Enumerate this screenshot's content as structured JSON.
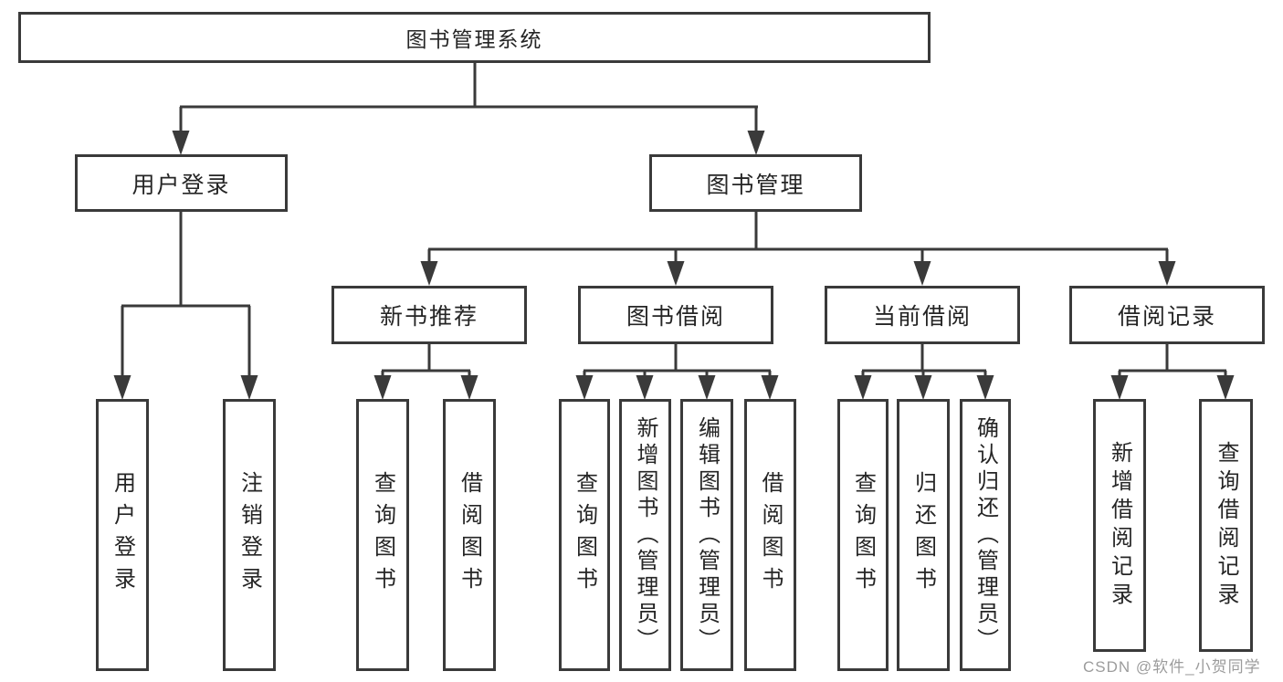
{
  "diagram": {
    "root": {
      "label": "图书管理系统",
      "children": [
        {
          "label": "用户登录",
          "children": [
            {
              "label": "用户登录"
            },
            {
              "label": "注销登录"
            }
          ]
        },
        {
          "label": "图书管理",
          "children": [
            {
              "label": "新书推荐",
              "children": [
                {
                  "label": "查询图书"
                },
                {
                  "label": "借阅图书"
                }
              ]
            },
            {
              "label": "图书借阅",
              "children": [
                {
                  "label": "查询图书"
                },
                {
                  "label": "新增图书（管理员）"
                },
                {
                  "label": "编辑图书（管理员）"
                },
                {
                  "label": "借阅图书"
                }
              ]
            },
            {
              "label": "当前借阅",
              "children": [
                {
                  "label": "查询图书"
                },
                {
                  "label": "归还图书"
                },
                {
                  "label": "确认归还（管理员）"
                }
              ]
            },
            {
              "label": "借阅记录",
              "children": [
                {
                  "label": "新增借阅记录"
                },
                {
                  "label": "查询借阅记录"
                }
              ]
            }
          ]
        }
      ]
    }
  },
  "watermark": {
    "text": "CSDN @软件_小贺同学",
    "color": "#9c9c9c"
  },
  "colors": {
    "line": "#3a3a3a",
    "box_fill": "#ffffff",
    "text": "#252525",
    "background": "#ffffff"
  }
}
